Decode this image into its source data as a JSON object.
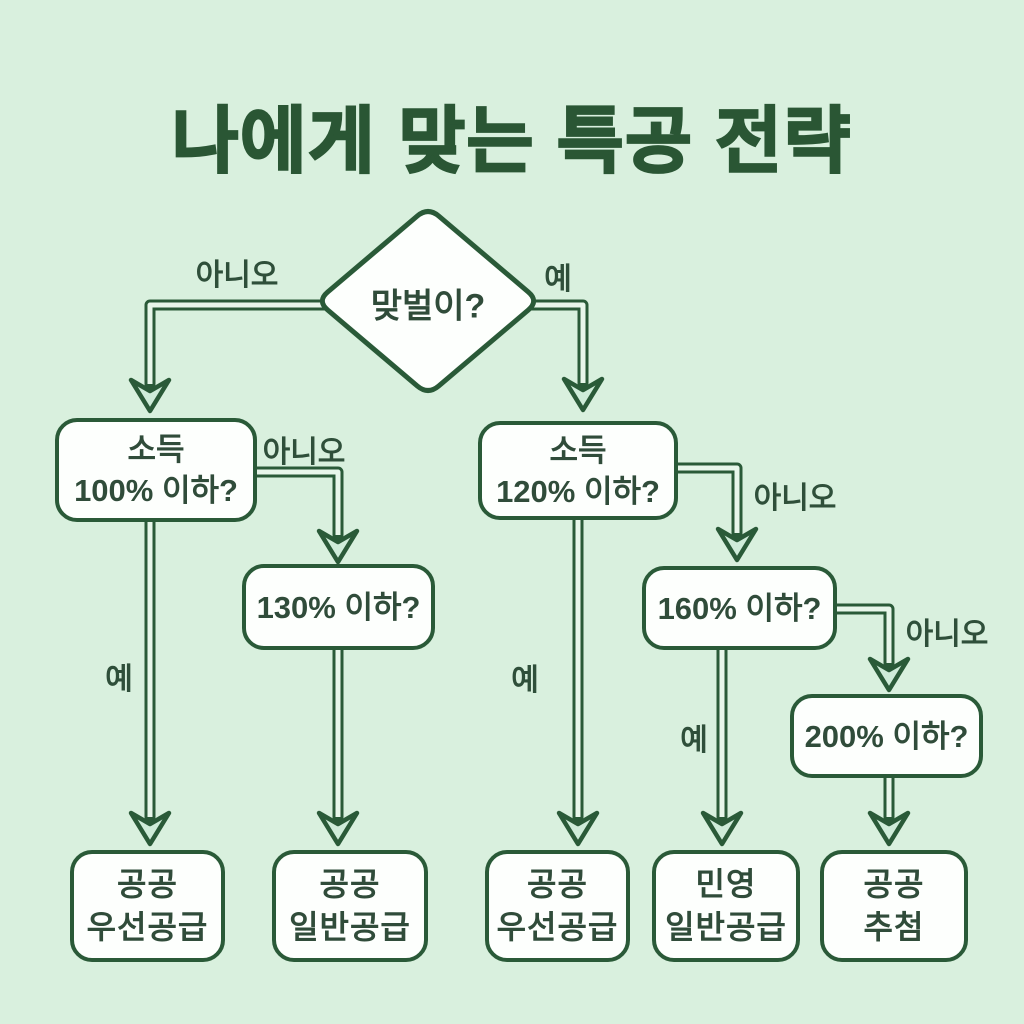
{
  "title": "나에게 맞는 특공 전략",
  "colors": {
    "background": "#d9f0de",
    "outline": "#2a5a38",
    "node_fill": "#fdfffd",
    "node_text": "#304c3a",
    "arrow_channel": "#e8f6ea",
    "arrowhead_fill": "#cfecd9",
    "title_text": "#2a5634"
  },
  "flowchart": {
    "root": {
      "label": "맞벌이?"
    },
    "edge_labels": {
      "yes": "예",
      "no": "아니오"
    },
    "decisions": [
      {
        "id": "income-100",
        "lines": [
          "소득",
          "100% 이하?"
        ]
      },
      {
        "id": "income-120",
        "lines": [
          "소득",
          "120% 이하?"
        ]
      },
      {
        "id": "income-130",
        "lines": [
          "130% 이하?"
        ]
      },
      {
        "id": "income-160",
        "lines": [
          "160% 이하?"
        ]
      },
      {
        "id": "income-200",
        "lines": [
          "200% 이하?"
        ]
      }
    ],
    "results": [
      {
        "id": "public-priority-left",
        "lines": [
          "공공",
          "우선공급"
        ]
      },
      {
        "id": "public-general",
        "lines": [
          "공공",
          "일반공급"
        ]
      },
      {
        "id": "public-priority-right",
        "lines": [
          "공공",
          "우선공급"
        ]
      },
      {
        "id": "private-general",
        "lines": [
          "민영",
          "일반공급"
        ]
      },
      {
        "id": "public-lottery",
        "lines": [
          "공공",
          "추첨"
        ]
      }
    ]
  }
}
